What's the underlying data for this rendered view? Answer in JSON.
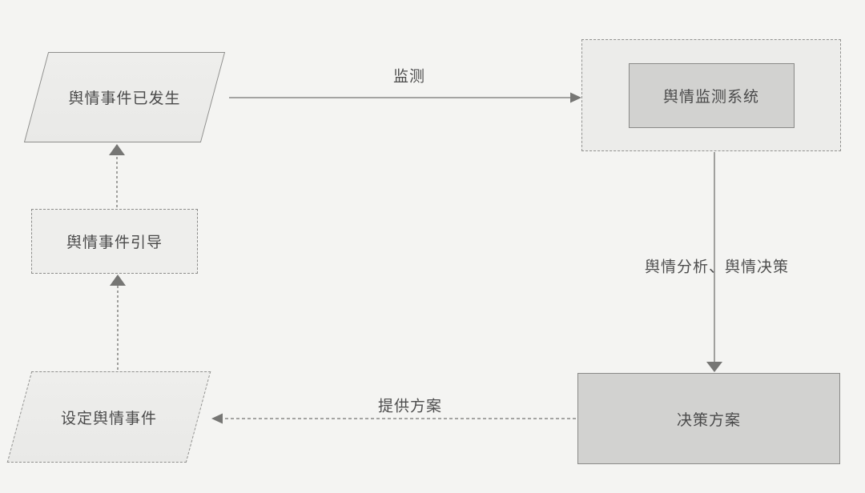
{
  "diagram": {
    "type": "flowchart",
    "nodes": {
      "event_occurred": {
        "label": "舆情事件已发生",
        "shape": "parallelogram",
        "border": "solid"
      },
      "monitoring_system": {
        "label": "舆情监测系统",
        "shape": "rectangle-in-dashed-container",
        "border": "solid"
      },
      "event_guidance": {
        "label": "舆情事件引导",
        "shape": "rectangle",
        "border": "dashed"
      },
      "set_event": {
        "label": "设定舆情事件",
        "shape": "parallelogram",
        "border": "dashed"
      },
      "decision_plan": {
        "label": "决策方案",
        "shape": "rectangle",
        "border": "solid"
      }
    },
    "edges": {
      "monitor": {
        "label": "监测",
        "from": "event_occurred",
        "to": "monitoring_system",
        "style": "solid"
      },
      "analysis": {
        "label": "舆情分析、舆情决策",
        "from": "monitoring_system",
        "to": "decision_plan",
        "style": "solid"
      },
      "provide_plan": {
        "label": "提供方案",
        "from": "decision_plan",
        "to": "set_event",
        "style": "dashed"
      },
      "set_to_guidance": {
        "label": "",
        "from": "set_event",
        "to": "event_guidance",
        "style": "dashed"
      },
      "guidance_to_event": {
        "label": "",
        "from": "event_guidance",
        "to": "event_occurred",
        "style": "dashed"
      }
    },
    "colors": {
      "background": "#f4f4f2",
      "node_fill_light": "#ebebe9",
      "node_fill_dark": "#d2d2d0",
      "border_gray": "#8c8c8a",
      "line_gray": "#8a8a88",
      "arrowhead_gray": "#767674",
      "text_gray": "#4a4a4a"
    }
  }
}
